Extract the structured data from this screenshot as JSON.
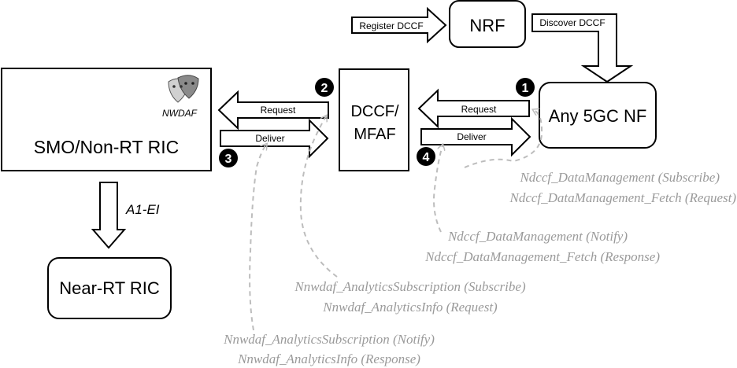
{
  "nodes": {
    "smo": "SMO/Non-RT RIC",
    "nwdaf": "NWDAF",
    "near_rt": "Near-RT RIC",
    "dccf_line1": "DCCF/",
    "dccf_line2": "MFAF",
    "nrf": "NRF",
    "nf": "Any 5GC NF"
  },
  "arrows": {
    "register": "Register DCCF",
    "discover": "Discover DCCF",
    "request_left": "Request",
    "deliver_left": "Deliver",
    "request_right": "Request",
    "deliver_right": "Deliver",
    "a1": "A1-EI"
  },
  "steps": [
    "1",
    "2",
    "3",
    "4"
  ],
  "apis": {
    "ndccf_subscribe": "Ndccf_DataManagement (Subscribe)",
    "ndccf_fetch_request": "Ndccf_DataManagement_Fetch (Request)",
    "ndccf_notify": "Ndccf_DataManagement (Notify)",
    "ndccf_fetch_response": "Ndccf_DataManagement_Fetch (Response)",
    "nnwdaf_subscribe": "Nnwdaf_AnalyticsSubscription (Subscribe)",
    "nnwdaf_info_request": "Nnwdaf_AnalyticsInfo (Request)",
    "nnwdaf_notify": "Nnwdaf_AnalyticsSubscription (Notify)",
    "nnwdaf_info_response": "Nnwdaf_AnalyticsInfo (Response)"
  },
  "colors": {
    "dashed": "#bdbdbd",
    "api_text": "#9a9a9a"
  }
}
